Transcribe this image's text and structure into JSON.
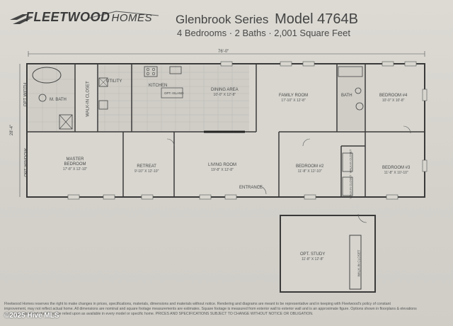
{
  "header": {
    "brand": "FLEETWOOD",
    "brand_suffix": "HOMES",
    "series": "Glenbrook Series",
    "model": "Model 4764B",
    "specs": "4 Bedrooms · 2 Baths · 2,001 Square Feet"
  },
  "dimensions": {
    "overall_width": "76'-0\"",
    "overall_depth": "28'-4\"",
    "left_width": "OPT WIDTH",
    "left_window": "OPT WINDOW"
  },
  "rooms": {
    "m_bath": "M. BATH",
    "walk_in_closet": "WALK-IN CLOSET",
    "utility": "UTILITY",
    "kitchen": "KITCHEN",
    "opt_island": "OPT. ISLAND",
    "dining": {
      "name": "DINING AREA",
      "dims": "10'-0\" X 12'-8\""
    },
    "family": {
      "name": "FAMILY ROOM",
      "dims": "17'-10\" X 12'-8\""
    },
    "bath": "BATH",
    "bedroom4": {
      "name": "BEDROOM #4",
      "dims": "10'-0\" X 10'-8\""
    },
    "master": {
      "name": "MASTER BEDROOM",
      "dims": "17'-8\" X 12'-10\""
    },
    "retreat": {
      "name": "RETREAT",
      "dims": "9'-10\" X 12'-10\""
    },
    "living": {
      "name": "LIVING ROOM",
      "dims": "19'-8\" X 12'-8\""
    },
    "entrance": "ENTRANCE",
    "bedroom2": {
      "name": "BEDROOM #2",
      "dims": "11'-8\" X 12'-10\""
    },
    "walkin_closet_small": "WALK-IN CLOSET",
    "walkin_closet_small2": "WALK-IN CLOSET",
    "bedroom3": {
      "name": "BEDROOM #3",
      "dims": "11'-8\" X 10'-10\""
    },
    "study": {
      "name": "OPT. STUDY",
      "dims": "11'-8\" X 12'-8\""
    },
    "study_closet": "WALK-IN CLOSET"
  },
  "disclaimer": {
    "line1": "Fleetwood Homes reserves the right to make changes in prices, specifications, materials, dimensions and materials without notice. Rendering and diagrams are meant to be representative and in keeping with Fleetwood's policy of constant",
    "line2": "improvement, may not reflect actual home. All dimensions are nominal and square footage measurements are estimates. Square footage is measured from exterior wall to exterior wall and is an approximate figure. Options shown in floorplans & elevations",
    "line3": "are not standard and should not be relied upon as available in every model or specific home. PRICES AND SPECIFICATIONS SUBJECT TO CHANGE WITHOUT NOTICE OR OBLIGATION."
  },
  "watermark": "©2025 Hive MLS"
}
